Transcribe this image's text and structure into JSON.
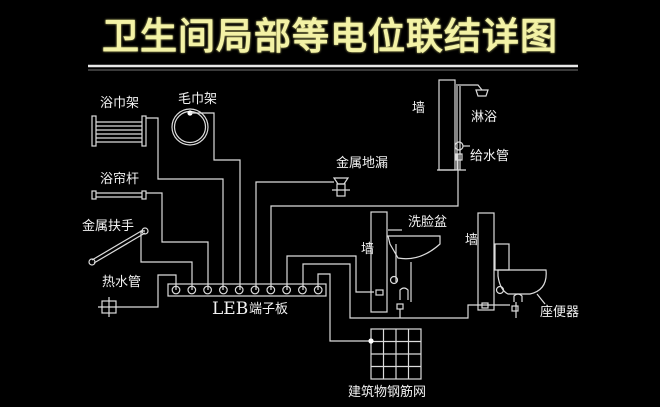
{
  "title": "卫生间局部等电位联结详图",
  "colors": {
    "background": "#000000",
    "title": "#f3f2a6",
    "lines": "#e6e6e6"
  },
  "labels": {
    "bath_towel_rack": "浴巾架",
    "towel_ring": "毛巾架",
    "curtain_rod": "浴帘杆",
    "metal_handrail": "金属扶手",
    "hot_water_pipe": "热水管",
    "floor_drain": "金属地漏",
    "shower": "淋浴",
    "water_supply_pipe": "给水管",
    "wall_shower": "墙",
    "washbasin": "洗脸盆",
    "wall_basin": "墙",
    "wall_toilet": "墙",
    "toilet": "座便器",
    "leb_prefix": "LEB",
    "leb_suffix": "端子板",
    "rebar_mesh": "建筑物钢筋网"
  },
  "terminal_board": {
    "terminal_count": 10
  }
}
